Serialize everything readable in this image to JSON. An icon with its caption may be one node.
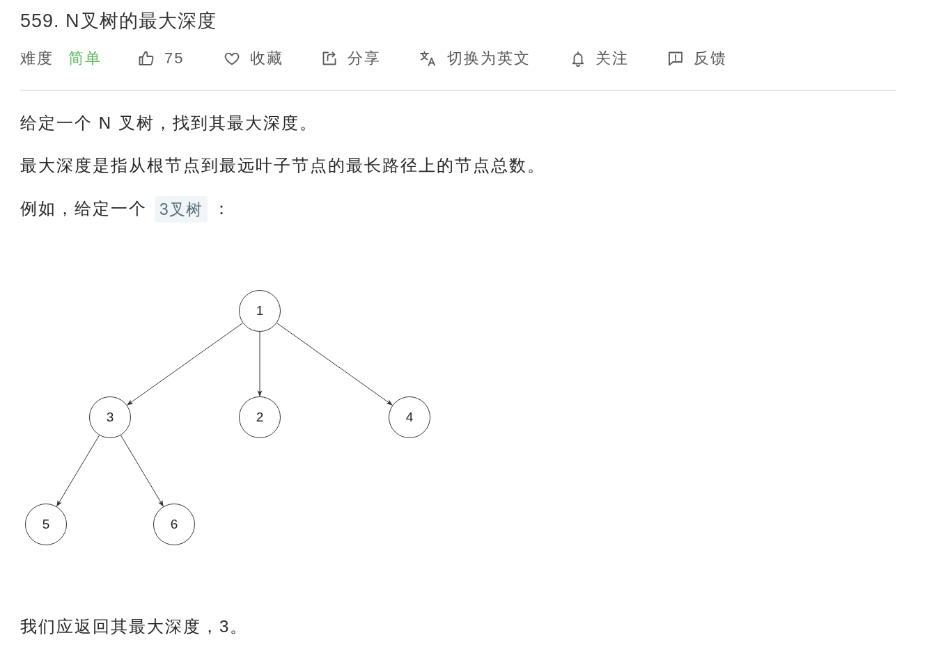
{
  "diagram": {
    "title": "559. N叉树的最大深度",
    "nodes": [
      {
        "text": [
          "1"
        ]
      },
      {
        "text": [
          "3"
        ]
      },
      {
        "text": [
          "2"
        ]
      },
      {
        "text": [
          "4"
        ]
      },
      {
        "text": [
          "5"
        ]
      },
      {
        "text": [
          "6"
        ]
      }
    ],
    "edges": [
      {
        "from": 0,
        "to": 1,
        "arrow": "to"
      },
      {
        "from": 0,
        "to": 2,
        "arrow": "to"
      },
      {
        "from": 0,
        "to": 3,
        "arrow": "to"
      },
      {
        "from": 1,
        "to": 4,
        "arrow": "to"
      },
      {
        "from": 1,
        "to": 5,
        "arrow": "to"
      }
    ],
    "labels": [
      "难度",
      "简单",
      "75",
      "收藏",
      "分享",
      "切换为英文",
      "关注",
      "反馈",
      "给定一个 N 叉树，找到其最大深度。",
      "最大深度是指从根节点到最远叶子节点的最长路径上的节点总数。",
      "例如，给定一个",
      "3叉树",
      "：",
      "我们应返回其最大深度，3。"
    ]
  }
}
